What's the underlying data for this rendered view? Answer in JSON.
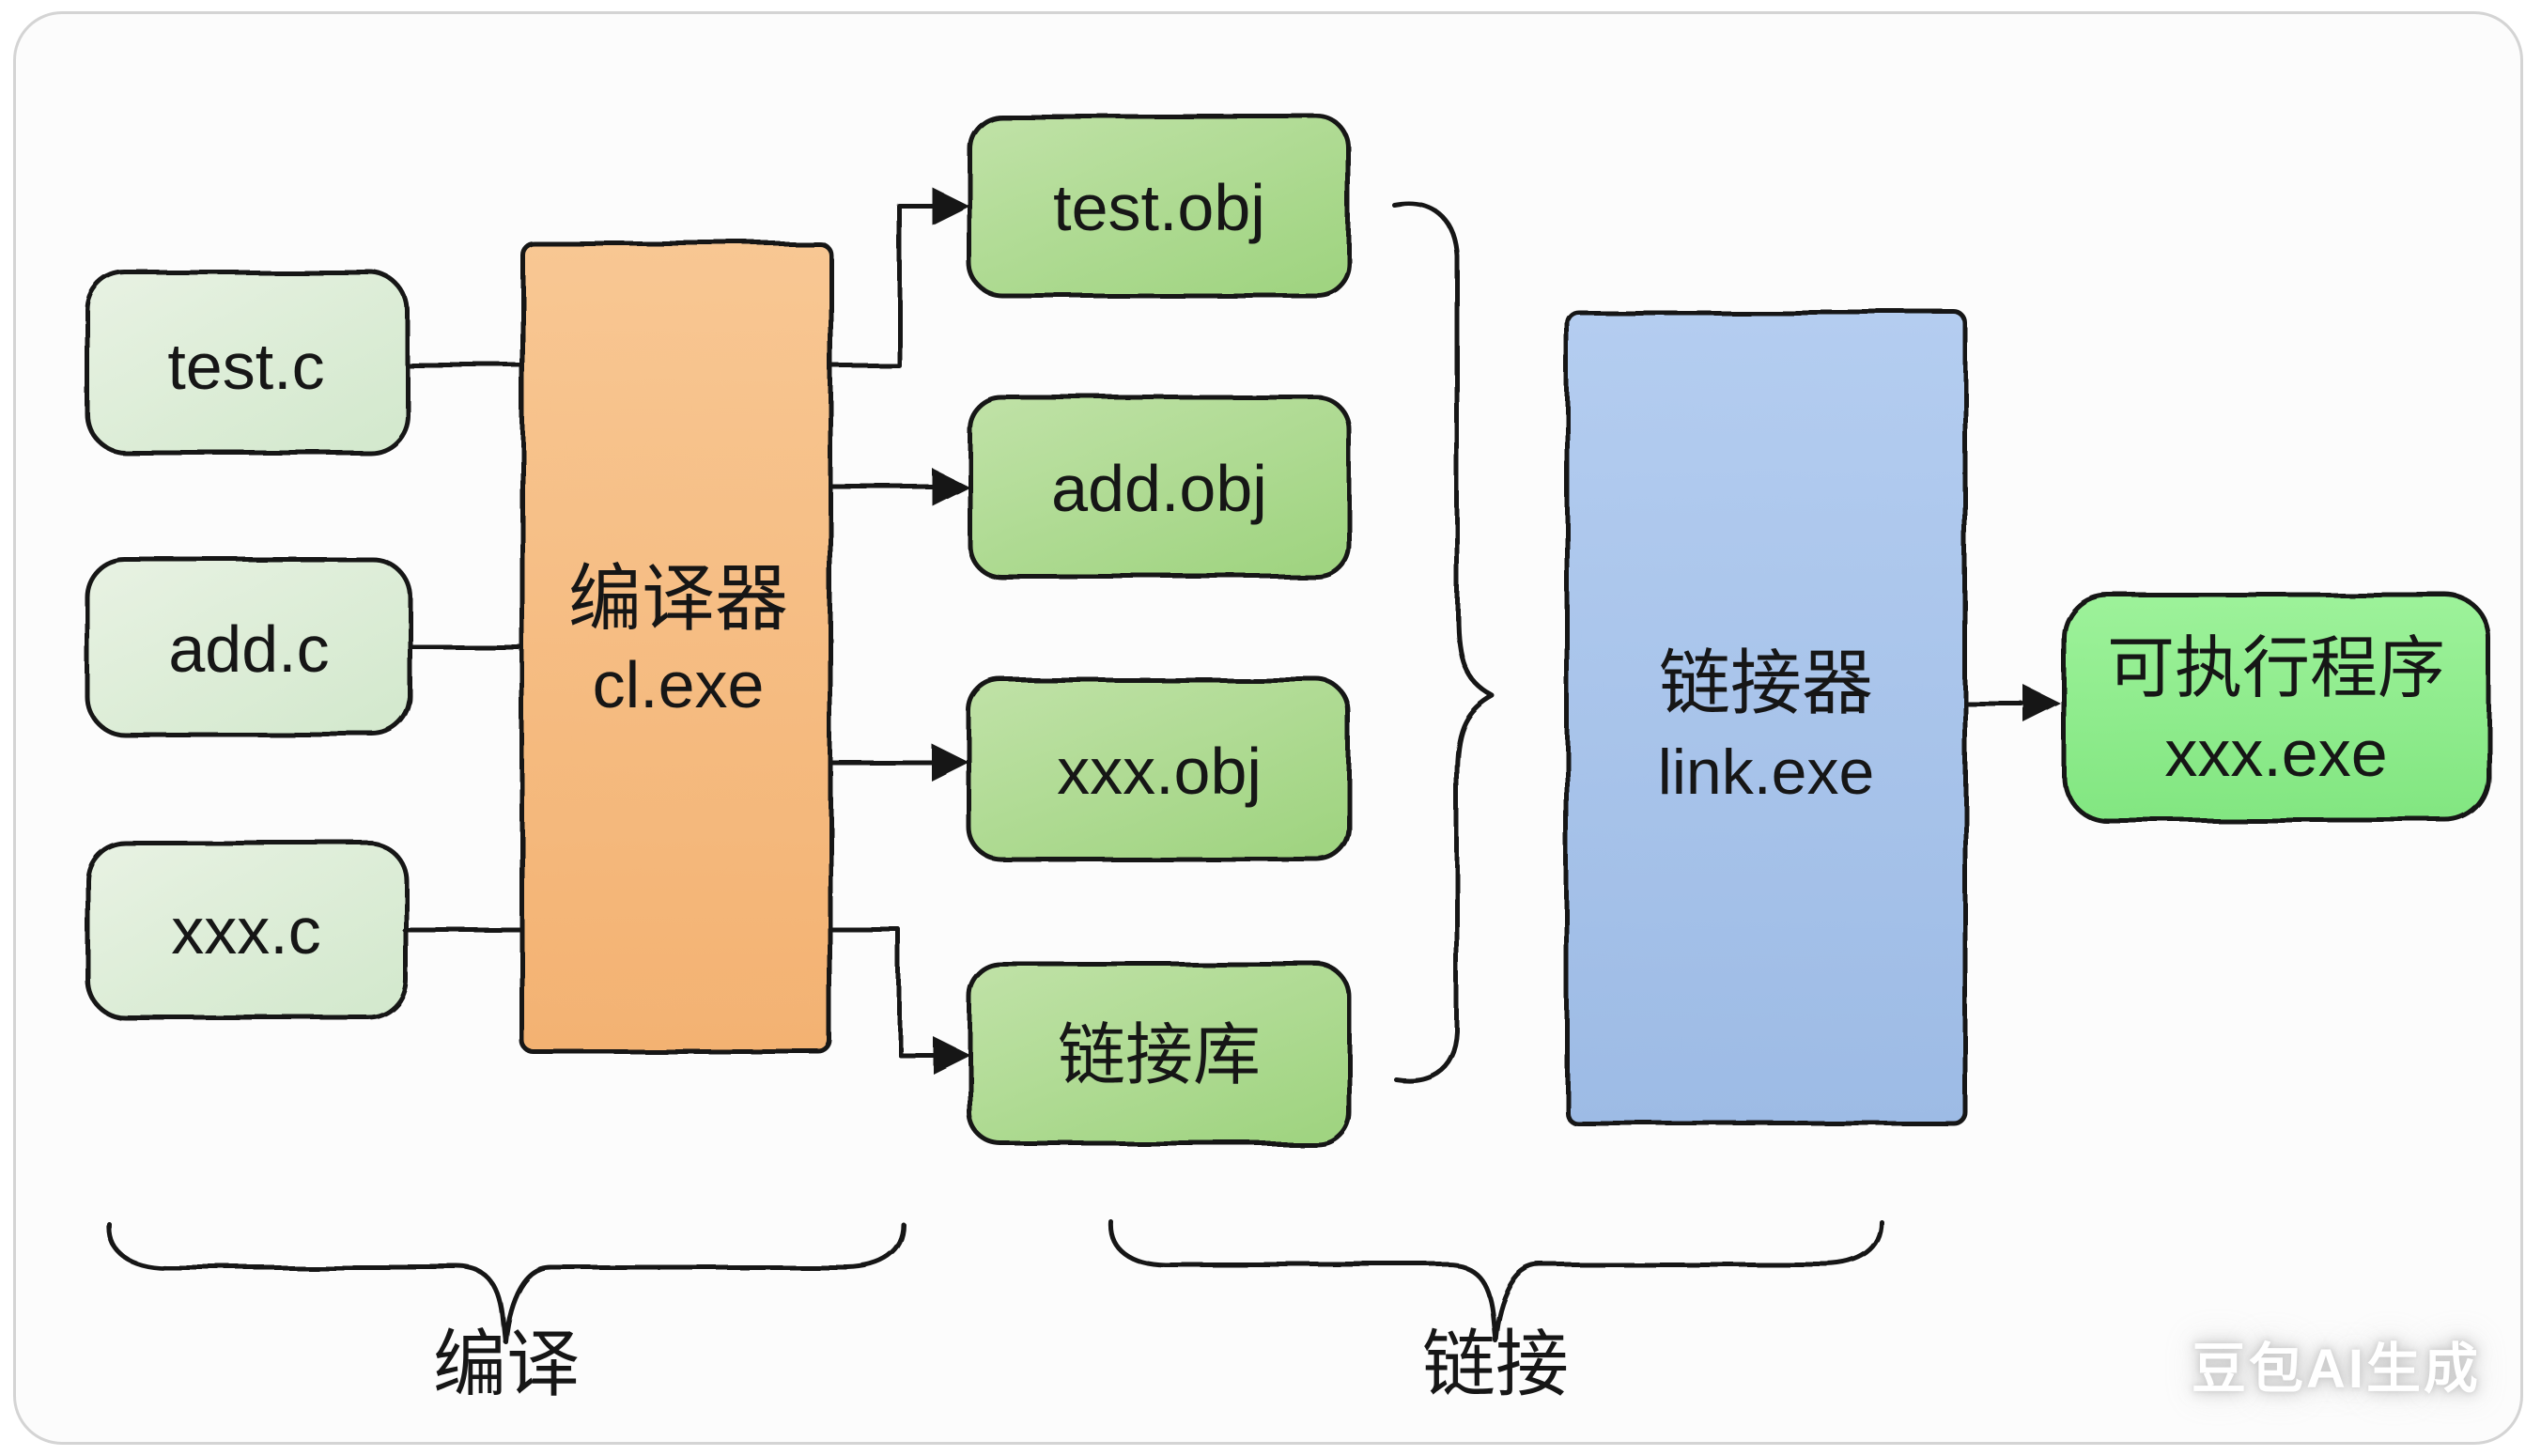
{
  "diagram": {
    "title_context": "C compile and link flow",
    "sources": [
      {
        "label": "test.c"
      },
      {
        "label": "add.c"
      },
      {
        "label": "xxx.c"
      }
    ],
    "compiler": {
      "line1": "编译器",
      "line2": "cl.exe"
    },
    "outputs": [
      {
        "label": "test.obj"
      },
      {
        "label": "add.obj"
      },
      {
        "label": "xxx.obj"
      },
      {
        "label": "链接库"
      }
    ],
    "linker": {
      "line1": "链接器",
      "line2": "link.exe"
    },
    "executable": {
      "line1": "可执行程序",
      "line2": "xxx.exe"
    },
    "stage_labels": {
      "compile": "编译",
      "link": "链接"
    },
    "watermark": "豆包AI生成",
    "colors": {
      "source_box": "#dcebd6",
      "object_box": "#a9d88b",
      "compiler_box": "#f6bf85",
      "linker_box": "#a9c4e9",
      "executable_box": "#8fec8e",
      "outline": "#141414",
      "card_border": "#d4d4d4",
      "card_background": "#fcfcfc",
      "watermark_color": "#ffffff"
    }
  }
}
